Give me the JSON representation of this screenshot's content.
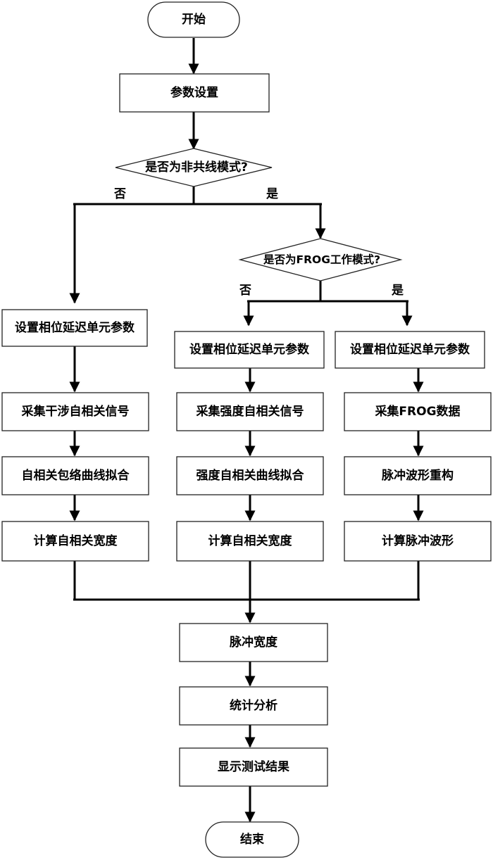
{
  "nodes": {
    "start": "开始",
    "param_setup": "参数设置",
    "decision_noncollinear": "是否为非共线模式?",
    "decision_frog": "是否为FROG工作模式?",
    "left_set_delay": "设置相位延迟单元参数",
    "left_collect": "采集干涉自相关信号",
    "left_fit": "自相关包络曲线拟合",
    "left_calc": "计算自相关宽度",
    "mid_set_delay": "设置相位延迟单元参数",
    "mid_collect": "采集强度自相关信号",
    "mid_fit": "强度自相关曲线拟合",
    "mid_calc": "计算自相关宽度",
    "right_set_delay": "设置相位延迟单元参数",
    "right_collect": "采集FROG数据",
    "right_reconstruct": "脉冲波形重构",
    "right_calc": "计算脉冲波形",
    "pulse_width": "脉冲宽度",
    "statistics": "统计分析",
    "display_result": "显示测试结果",
    "end": "结束"
  },
  "edge_labels": {
    "noncollinear_no": "否",
    "noncollinear_yes": "是",
    "frog_no": "否",
    "frog_yes": "是"
  }
}
